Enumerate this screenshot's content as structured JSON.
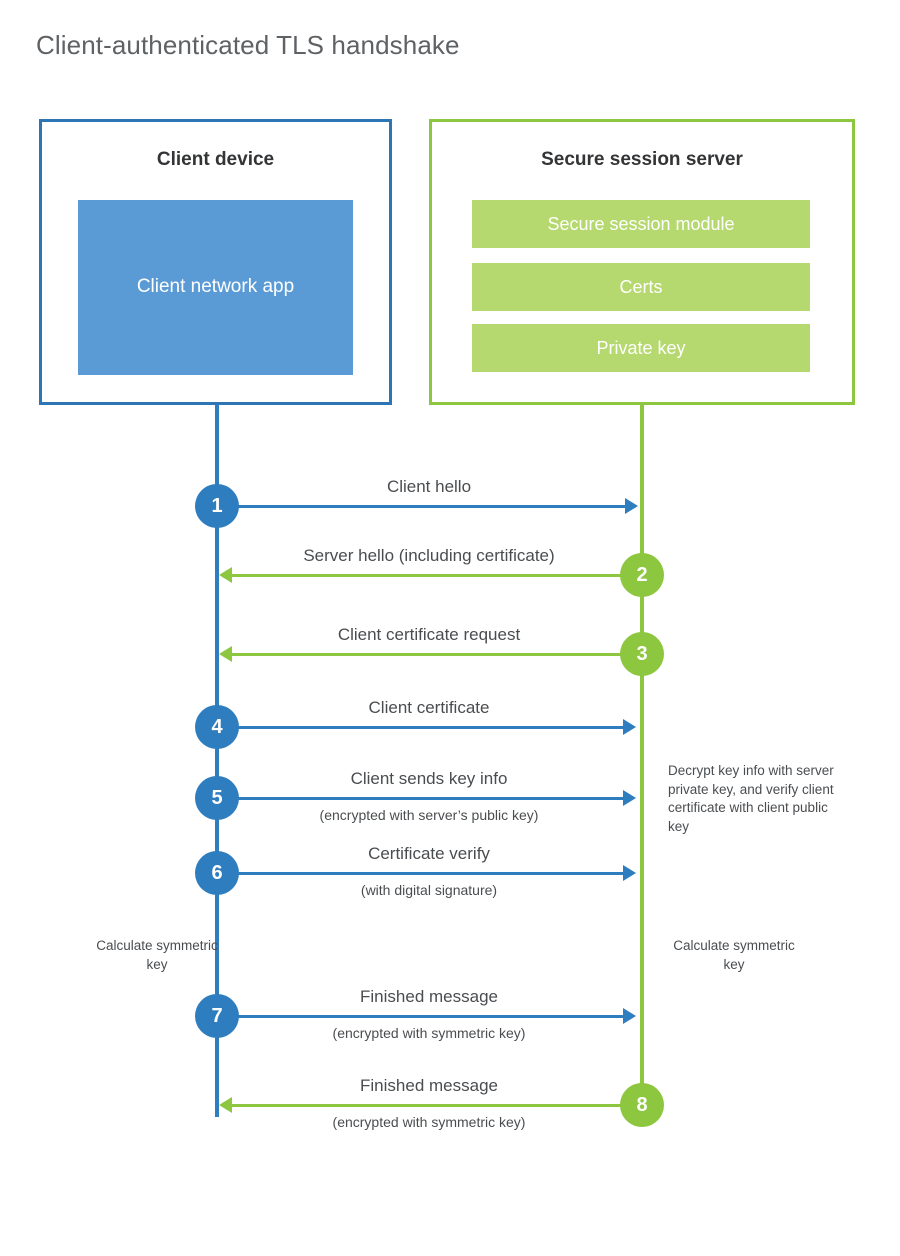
{
  "title": "Client-authenticated TLS handshake",
  "colors": {
    "client_accent": "#2E7DBF",
    "client_box_border": "#2E75B6",
    "client_panel_fill": "#5B9BD5",
    "server_accent": "#8DC63F",
    "server_panel_fill": "#B5D96E",
    "text": "#4a4d50",
    "title_text": "#5f6265",
    "background": "#ffffff"
  },
  "client": {
    "title": "Client device",
    "panels": [
      {
        "label": "Client network app"
      }
    ]
  },
  "server": {
    "title": "Secure session server",
    "panels": [
      {
        "label": "Secure session module"
      },
      {
        "label": "Certs"
      },
      {
        "label": "Private key"
      }
    ]
  },
  "steps": [
    {
      "number": "1",
      "label": "Client hello",
      "sublabel": "",
      "from": "client",
      "to": "server",
      "direction": "right",
      "color": "#2E7DBF"
    },
    {
      "number": "2",
      "label": "Server hello (including certificate)",
      "sublabel": "",
      "from": "server",
      "to": "client",
      "direction": "left",
      "color": "#8DC63F"
    },
    {
      "number": "3",
      "label": "Client certificate request",
      "sublabel": "",
      "from": "server",
      "to": "client",
      "direction": "left",
      "color": "#8DC63F"
    },
    {
      "number": "4",
      "label": "Client certificate",
      "sublabel": "",
      "from": "client",
      "to": "server",
      "direction": "right",
      "color": "#2E7DBF"
    },
    {
      "number": "5",
      "label": "Client sends key info",
      "sublabel": "(encrypted with server’s public key)",
      "from": "client",
      "to": "server",
      "direction": "right",
      "color": "#2E7DBF"
    },
    {
      "number": "6",
      "label": "Certificate verify",
      "sublabel": "(with digital signature)",
      "from": "client",
      "to": "server",
      "direction": "right",
      "color": "#2E7DBF"
    },
    {
      "number": "7",
      "label": "Finished message",
      "sublabel": "(encrypted with symmetric key)",
      "from": "client",
      "to": "server",
      "direction": "right",
      "color": "#2E7DBF"
    },
    {
      "number": "8",
      "label": "Finished message",
      "sublabel": "(encrypted with symmetric key)",
      "from": "server",
      "to": "client",
      "direction": "left",
      "color": "#8DC63F"
    }
  ],
  "annotations": {
    "server_decrypt": "Decrypt key info with server private key, and verify client certificate with client public key",
    "client_symmetric_key": "Calculate symmetric key",
    "server_symmetric_key": "Calculate symmetric key"
  }
}
